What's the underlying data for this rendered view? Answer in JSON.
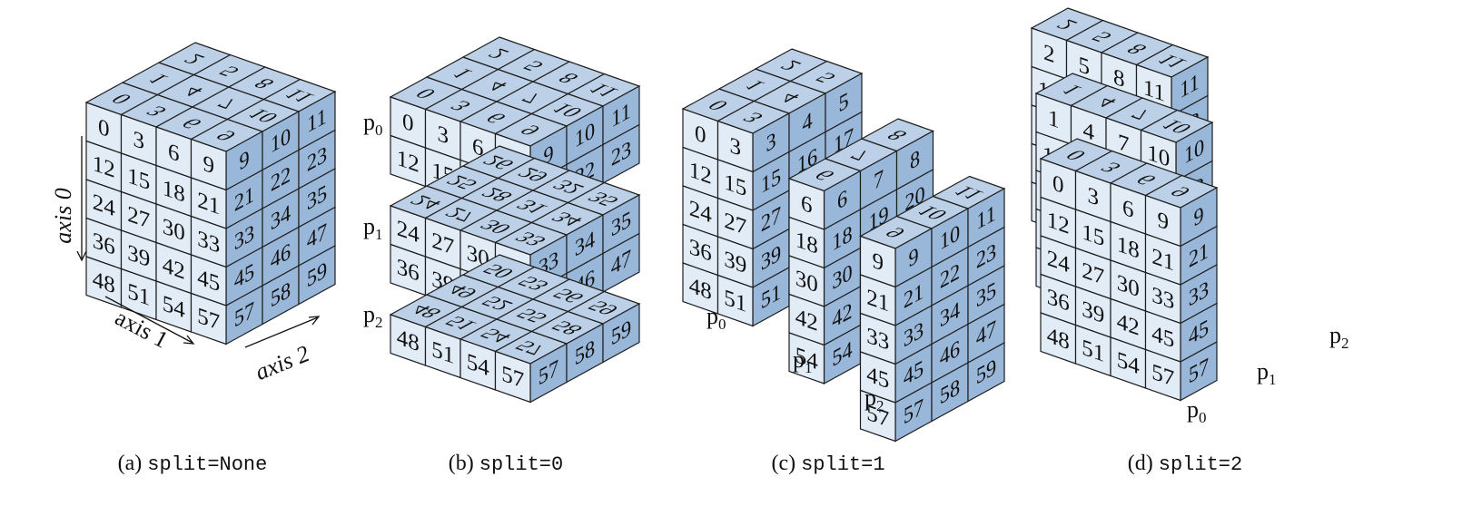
{
  "colors": {
    "front": "#e2ecf7",
    "top": "#bcd1e7",
    "right": "#99b7d8",
    "edge": "#1e1e1e",
    "text": "#111111"
  },
  "grid": {
    "depth": 3,
    "rows": 5,
    "cols": 4,
    "start": 0,
    "row_step": 12,
    "col_step": 3,
    "depth_step": 1
  },
  "axes": {
    "axis0": "axis 0",
    "axis1": "axis 1",
    "axis2": "axis 2"
  },
  "panels": [
    {
      "id": "a",
      "caption_prefix": "(a)",
      "caption_code": "split=None",
      "pieces": [
        {
          "axis": 0,
          "from": 0,
          "to": 5,
          "label": ""
        }
      ]
    },
    {
      "id": "b",
      "caption_prefix": "(b)",
      "caption_code": "split=0",
      "pieces": [
        {
          "axis": 0,
          "from": 0,
          "to": 2,
          "label": "p",
          "sub": "0"
        },
        {
          "axis": 0,
          "from": 2,
          "to": 4,
          "label": "p",
          "sub": "1"
        },
        {
          "axis": 0,
          "from": 4,
          "to": 5,
          "label": "p",
          "sub": "2"
        }
      ]
    },
    {
      "id": "c",
      "caption_prefix": "(c)",
      "caption_code": "split=1",
      "pieces": [
        {
          "axis": 1,
          "from": 0,
          "to": 2,
          "label": "p",
          "sub": "0"
        },
        {
          "axis": 1,
          "from": 2,
          "to": 3,
          "label": "p",
          "sub": "1"
        },
        {
          "axis": 1,
          "from": 3,
          "to": 4,
          "label": "p",
          "sub": "2"
        }
      ]
    },
    {
      "id": "d",
      "caption_prefix": "(d)",
      "caption_code": "split=2",
      "pieces": [
        {
          "axis": 2,
          "from": 0,
          "to": 1,
          "label": "p",
          "sub": "0"
        },
        {
          "axis": 2,
          "from": 1,
          "to": 2,
          "label": "p",
          "sub": "1"
        },
        {
          "axis": 2,
          "from": 2,
          "to": 3,
          "label": "p",
          "sub": "2"
        }
      ]
    }
  ]
}
